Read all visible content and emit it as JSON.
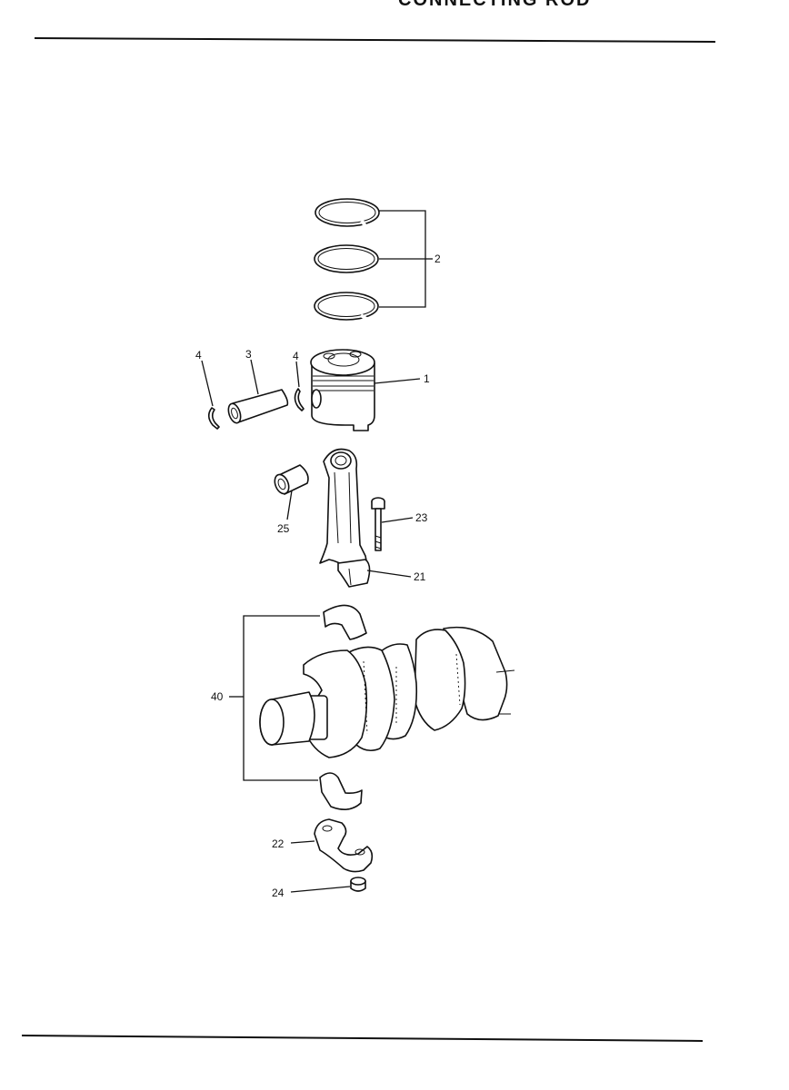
{
  "header": {
    "title": "CONNECTING ROD"
  },
  "callouts": {
    "piston": "1",
    "rings": "2",
    "pin": "3",
    "snap_ring_left": "4",
    "snap_ring_right": "4",
    "rod": "21",
    "cap": "22",
    "bolt": "23",
    "nut": "24",
    "bushing": "25",
    "bearing": "40"
  }
}
